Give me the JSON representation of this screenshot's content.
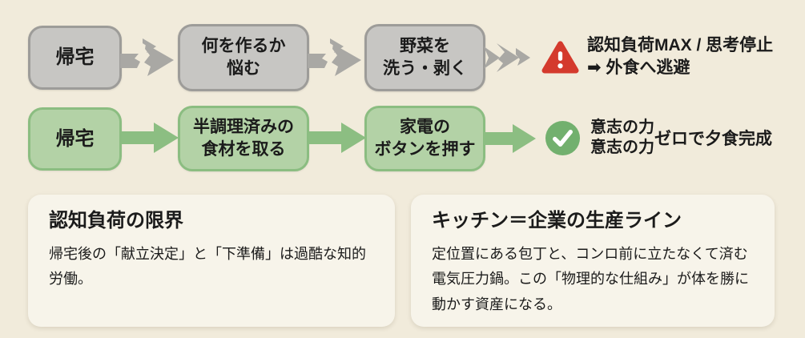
{
  "flows": {
    "fail": {
      "steps": [
        {
          "lines": [
            "帰宅"
          ]
        },
        {
          "lines": [
            "何を作るか",
            "悩む"
          ]
        },
        {
          "lines": [
            "野菜を",
            "洗う・剥く"
          ]
        }
      ],
      "result": {
        "line1": "認知負荷MAX / 思考停止",
        "line2": "➡ 外食へ逃避"
      }
    },
    "win": {
      "steps": [
        {
          "lines": [
            "帰宅"
          ]
        },
        {
          "lines": [
            "半調理済みの",
            "食材を取る"
          ]
        },
        {
          "lines": [
            "家電の",
            "ボタンを押す"
          ]
        }
      ],
      "result": {
        "stacked": [
          "意志の力",
          "意志の力"
        ],
        "suffix": "ゼロで夕食完成"
      }
    }
  },
  "cards": [
    {
      "title": "認知負荷の限界",
      "body": "帰宅後の「献立決定」と「下準備」は過酷な知的労働。"
    },
    {
      "title": "キッチン＝企業の生産ライン",
      "body": "定位置にある包丁と、コンロ前に立たなくて済む電気圧力鍋。この「物理的な仕組み」が体を勝に動かす資産になる。"
    }
  ],
  "icons": {
    "warning": "warning-triangle",
    "check": "check-circle",
    "broken_arrow": "broken-arrow",
    "solid_arrow": "solid-arrow"
  },
  "colors": {
    "page_background": "#f1ebdb",
    "card_background": "#f7f4ea",
    "gray_box_fill": "#c7c6c3",
    "gray_box_border": "#9d9c99",
    "gray_arrow": "#a9a8a4",
    "green_box_fill": "#b3d2a6",
    "green_box_border": "#8bbd81",
    "green_arrow": "#8cbe82",
    "check_green": "#72b06e",
    "warning_red": "#d43a2d",
    "text": "#1b1b1b"
  }
}
